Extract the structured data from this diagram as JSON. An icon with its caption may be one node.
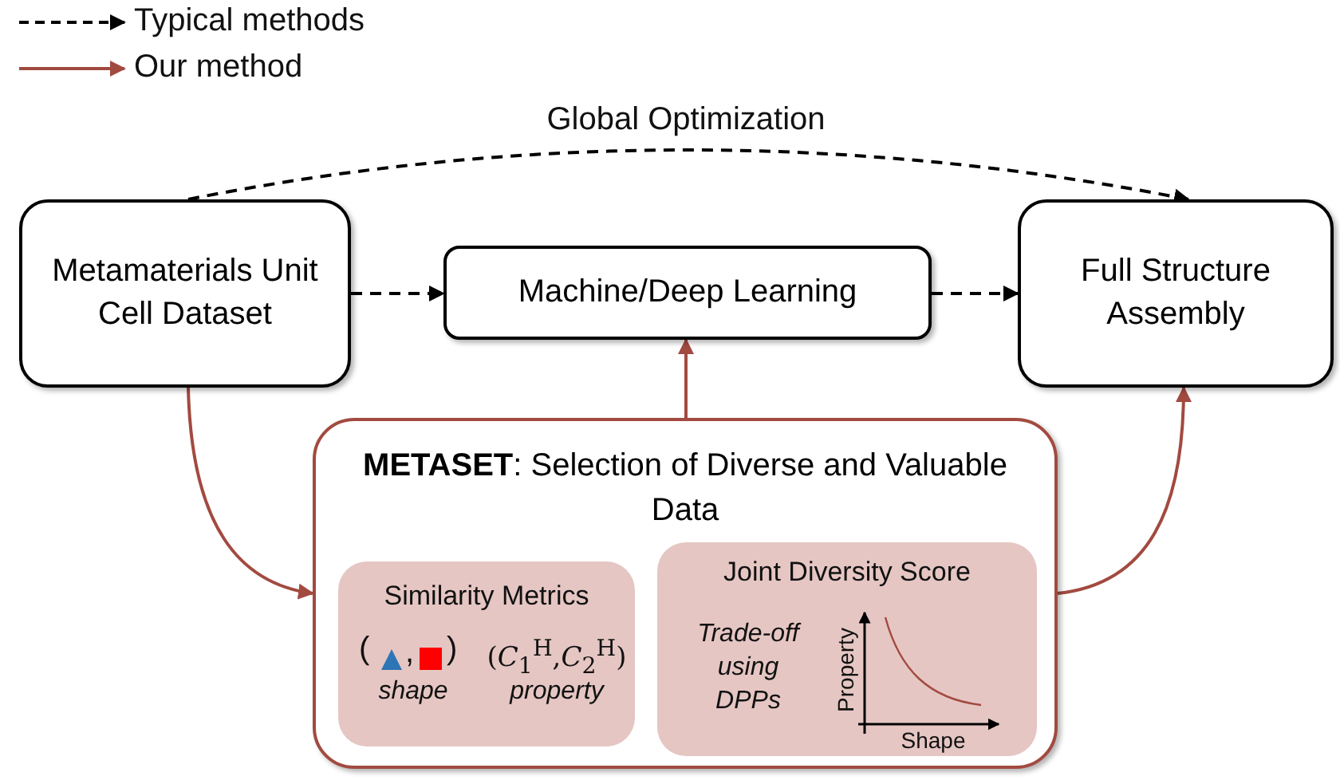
{
  "diagram": {
    "nodes": [
      {
        "text": [
          "Metamaterials Unit Cell Dataset"
        ]
      },
      {
        "text": [
          "Machine/Deep Learning"
        ]
      },
      {
        "text": [
          "Full Structure Assembly"
        ]
      },
      {
        "text": [
          "**METASET**: Selection of Diverse and Valuable Data"
        ]
      },
      {
        "text": [
          "Similarity Metrics",
          "(",
          ",",
          ")",
          "shape",
          "(*C*$_{1}$$^{H}$,*C*$_{2}$$^{H}$)",
          "property"
        ],
        "in": 3
      },
      {
        "text": [
          "Joint Diversity Score",
          "Trade-off using DPPs",
          "Property",
          "Shape"
        ],
        "in": 3
      }
    ],
    "edges": [
      {
        "from": 0,
        "to": 2,
        "arrow": "to",
        "label": "Global Optimization",
        "style": "dashed"
      },
      {
        "from": 0,
        "to": 1,
        "arrow": "to",
        "style": "dashed"
      },
      {
        "from": 1,
        "to": 2,
        "arrow": "to",
        "style": "dashed"
      },
      {
        "from": 3,
        "to": 1,
        "arrow": "to",
        "color": "#a24a40"
      },
      {
        "from": 0,
        "to": 3,
        "arrow": "to",
        "color": "#a24a40"
      },
      {
        "from": 3,
        "to": 2,
        "arrow": "to",
        "color": "#a24a40"
      }
    ],
    "legend": [
      {
        "text": "Typical methods"
      },
      {
        "text": "Our method"
      }
    ]
  }
}
